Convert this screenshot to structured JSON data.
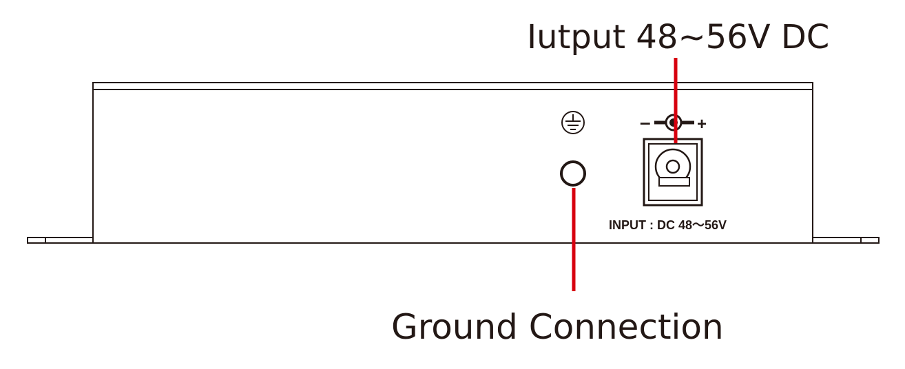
{
  "callouts": {
    "power_output": "Iutput 48~56V DC",
    "ground": "Ground Connection"
  },
  "device": {
    "input_label": "INPUT : DC 48～56V",
    "polarity_minus": "–",
    "polarity_plus": "+",
    "ground_symbol": "protective-earth"
  },
  "colors": {
    "line": "#231815",
    "callout_line": "#d7000f",
    "background": "#ffffff"
  }
}
